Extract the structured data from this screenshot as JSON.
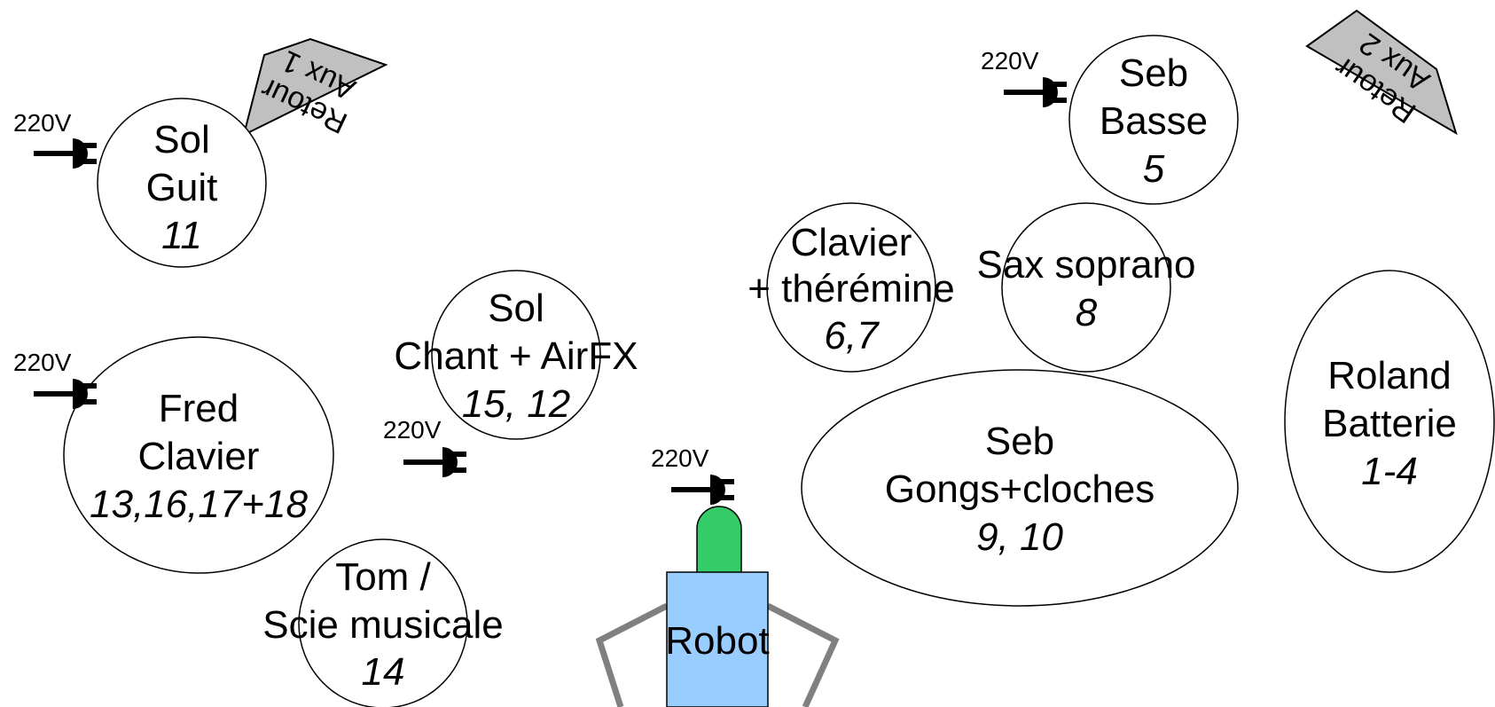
{
  "voltage_label": "220V",
  "colors": {
    "wedge": "#c0c0c0",
    "robot_body": "#99ccff",
    "robot_head": "#33cc66",
    "arm": "#808080"
  },
  "wedges": [
    {
      "line1": "Retour",
      "line2": "Aux 1"
    },
    {
      "line1": "Retour",
      "line2": "Aux 2"
    }
  ],
  "stations": {
    "sol_guit": {
      "line1": "Sol",
      "line2": "Guit",
      "channels": "11"
    },
    "fred": {
      "line1": "Fred",
      "line2": "Clavier",
      "channels": "13,16,17+18"
    },
    "sol_chant": {
      "line1": "Sol",
      "line2": "Chant + AirFX",
      "channels": "15, 12"
    },
    "tom": {
      "line1": "Tom /",
      "line2": "Scie musicale",
      "channels": "14"
    },
    "clavier": {
      "line1": "Clavier",
      "line2": "+ thérémine",
      "channels": "6,7"
    },
    "seb_basse": {
      "line1": "Seb",
      "line2": "Basse",
      "channels": "5"
    },
    "sax": {
      "line1": "Sax soprano",
      "channels": "8"
    },
    "gongs": {
      "line1": "Seb",
      "line2": "Gongs+cloches",
      "channels": "9, 10"
    },
    "roland": {
      "line1": "Roland",
      "line2": "Batterie",
      "channels": "1-4"
    }
  },
  "robot": {
    "label": "Robot"
  }
}
